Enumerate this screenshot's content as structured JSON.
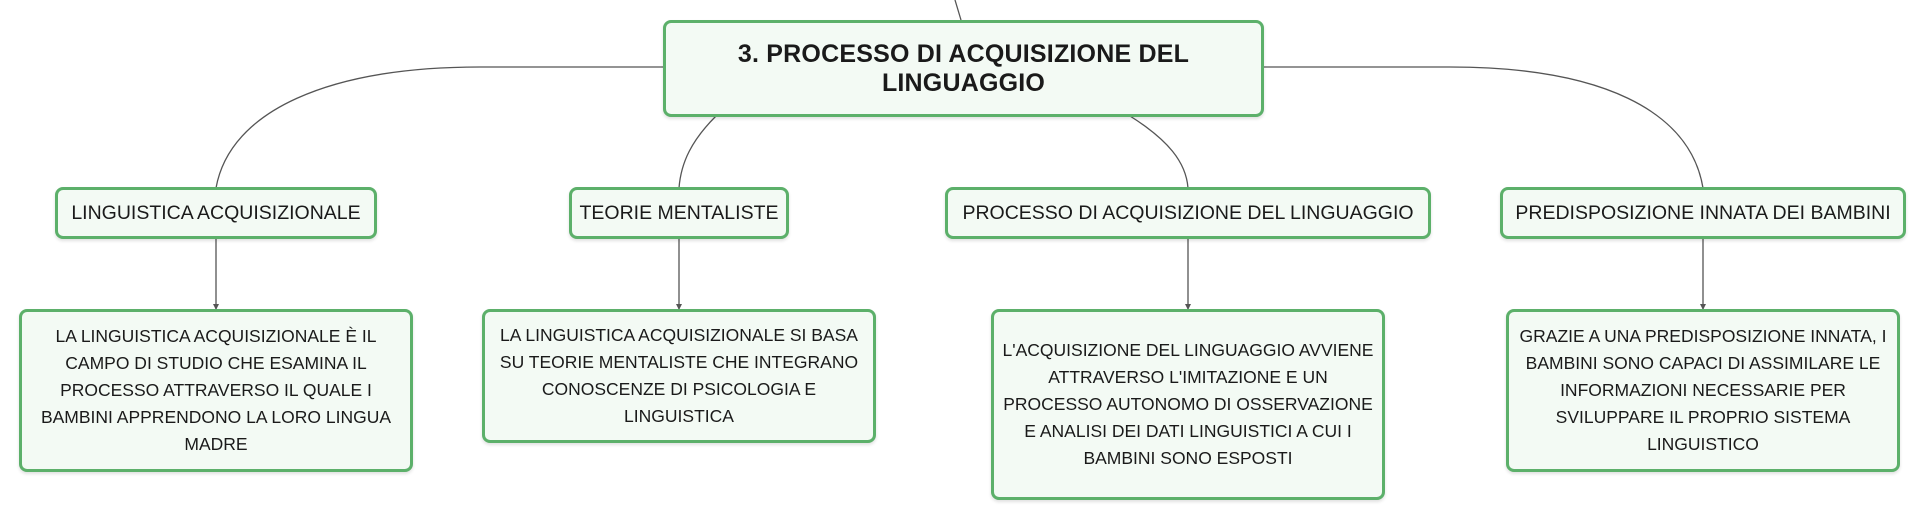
{
  "root": {
    "label": "3. PROCESSO DI ACQUISIZIONE DEL LINGUAGGIO"
  },
  "topics": [
    {
      "label": "LINGUISTICA ACQUISIZIONALE",
      "detail": "LA LINGUISTICA ACQUISIZIONALE È IL CAMPO DI STUDIO CHE ESAMINA IL PROCESSO ATTRAVERSO IL QUALE I BAMBINI APPRENDONO LA LORO LINGUA MADRE"
    },
    {
      "label": "TEORIE MENTALISTE",
      "detail": "LA LINGUISTICA ACQUISIZIONALE SI BASA SU TEORIE MENTALISTE CHE INTEGRANO CONOSCENZE DI PSICOLOGIA E LINGUISTICA"
    },
    {
      "label": "PROCESSO DI ACQUISIZIONE DEL LINGUAGGIO",
      "detail": "L'ACQUISIZIONE DEL LINGUAGGIO AVVIENE ATTRAVERSO L'IMITAZIONE E UN PROCESSO AUTONOMO DI OSSERVAZIONE E ANALISI DEI DATI LINGUISTICI A CUI I BAMBINI SONO ESPOSTI"
    },
    {
      "label": "PREDISPOSIZIONE INNATA DEI BAMBINI",
      "detail": "GRAZIE A UNA PREDISPOSIZIONE INNATA, I BAMBINI SONO CAPACI DI ASSIMILARE LE INFORMAZIONI NECESSARIE PER SVILUPPARE IL PROPRIO SISTEMA LINGUISTICO"
    }
  ],
  "colors": {
    "border": "#5cb06a",
    "fill": "#f3faf4",
    "line": "#555555"
  }
}
